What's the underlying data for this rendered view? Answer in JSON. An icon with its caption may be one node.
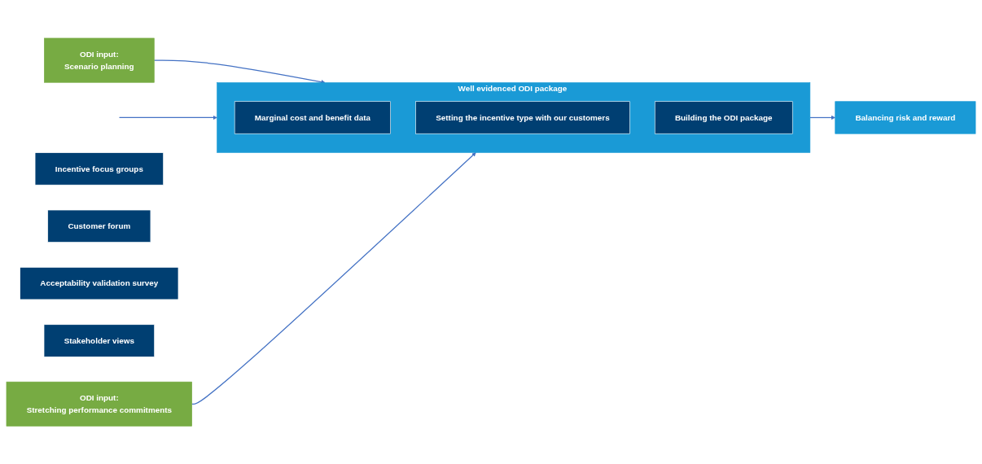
{
  "diagram": {
    "nodes": [
      {
        "text": [
          "ODI input:",
          "Scenario planning"
        ]
      },
      {
        "text": [
          "ODI input:",
          "Stretching performance commitments"
        ]
      },
      {
        "text": [
          "Well evidenced ODI package"
        ]
      },
      {
        "text": [
          "Marginal cost and benefit data"
        ],
        "in": 2
      },
      {
        "text": [
          "Setting the incentive type with our customers"
        ],
        "in": 2
      },
      {
        "text": [
          "Building the ODI package"
        ],
        "in": 2
      },
      {
        "text": [
          "Balancing risk and reward"
        ]
      },
      {
        "text": [
          "Incentive focus groups"
        ]
      },
      {
        "text": [
          "Customer forum"
        ]
      },
      {
        "text": [
          "Acceptability validation survey"
        ]
      },
      {
        "text": [
          "Stakeholder views"
        ]
      }
    ],
    "edges": [
      {
        "from": 0,
        "to": 2,
        "arrow": "to"
      },
      {
        "from": null,
        "to": 2,
        "arrow": "to"
      },
      {
        "from": 1,
        "to": 2,
        "arrow": "to"
      },
      {
        "from": 2,
        "to": 6,
        "arrow": "to"
      }
    ]
  }
}
